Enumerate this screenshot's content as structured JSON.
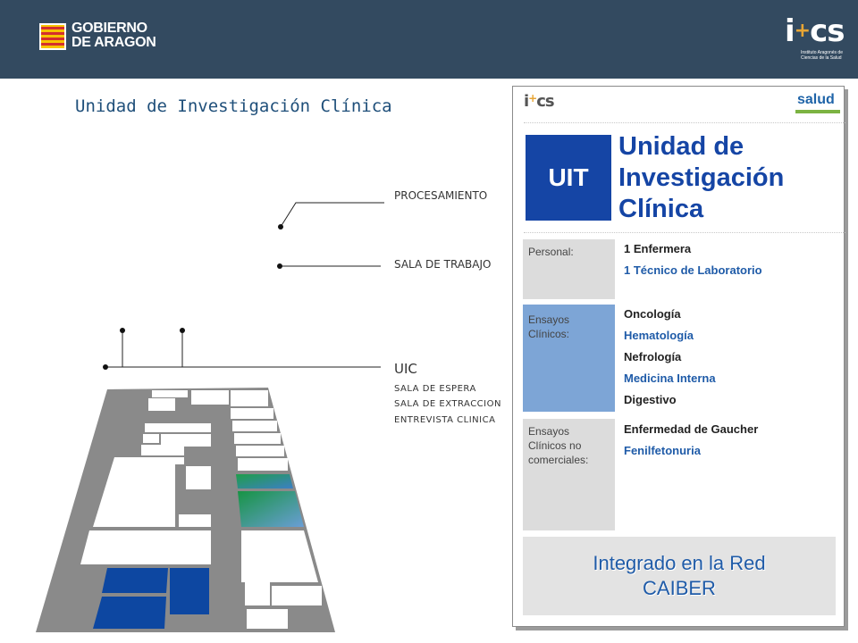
{
  "header": {
    "gov_logo_line1": "GOBIERNO",
    "gov_logo_line2": "DE ARAGON",
    "ics_logo_text": "i+cs",
    "ics_logo_subtitle": "Instituto Aragonés de Ciencias de la Salud",
    "background_color": "#334a60"
  },
  "page_title": "Unidad de Investigación Clínica",
  "floorplan_labels": {
    "procesamiento": "PROCESAMIENTO",
    "sala_trabajo": "SALA DE TRABAJO",
    "uic": "UIC",
    "uic_sub": [
      "SALA DE ESPERA",
      "SALA DE EXTRACCION",
      "ENTREVISTA CLINICA"
    ]
  },
  "panel": {
    "ics_logo_text": "i+cs",
    "salud_logo_text": "salud",
    "badge": "UIT",
    "title_lines": [
      "Unidad de",
      "Investigación",
      "Clínica"
    ],
    "rows": [
      {
        "label": "Personal:",
        "items": [
          "1 Enfermera",
          "1 Técnico de Laboratorio"
        ]
      },
      {
        "label": "Ensayos Clínicos:",
        "items": [
          "Oncología",
          "Hematología",
          "Nefrología",
          "Medicina Interna",
          "Digestivo"
        ]
      },
      {
        "label": "Ensayos Clínicos no comerciales:",
        "items": [
          "Enfermedad de Gaucher",
          "Fenilfetonuria"
        ]
      }
    ],
    "footer_lines": [
      "Integrado en la Red",
      "CAIBER"
    ]
  },
  "colors": {
    "title_blue": "#1545a5",
    "item_blue": "#1f5ba8",
    "accent_orange": "#e8a534",
    "highlight_room_blue": "#0d47a1",
    "highlight_room_green": "#1e9e4a"
  }
}
